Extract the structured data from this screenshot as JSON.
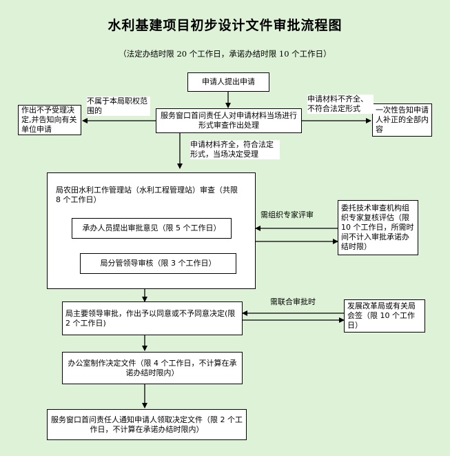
{
  "title": "水利基建项目初步设计文件审批流程图",
  "subtitle": "（法定办结时限 20 个工作日，承诺办结时限 10 个工作日）",
  "nodes": {
    "apply": "申请人提出申请",
    "window_review": "服务窗口首问责任人对申请材料当场进行形式审查作出处理",
    "reject": "作出不予受理决定,并告知向有关单位申请",
    "notify_once": "一次性告知申请人补正的全部内容",
    "station_review": "局农田水利工作管理站（水利工程管理站）审查（共限 8 个工作日）",
    "handler_opinion": "承办人员提出审批意见（限 5 个工作日）",
    "deputy_review": "局分管领导审核（限 3 个工作日）",
    "expert_review": "委托技术审查机构组织专家复核评估（限 10 个工作日，所需时间不计入审批承诺办结时限）",
    "main_leader": "局主要领导审批，作出予以同意或不予同意决定(限 2 个工作日)",
    "dev_reform": "发展改革局或有关局会签（限 10 个工作日）",
    "office_doc": "办公室制作决定文件（限 4 个工作日，不计算在承诺办结时限内）",
    "notify_pickup": "服务窗口首问责任人通知申请人领取决定文件（限 2 个工作日，不计算在承诺办结时限内）"
  },
  "edge_labels": {
    "not_in_scope": "不属于本局职权范围的",
    "incomplete": "申请材料不齐全、不符合法定形式",
    "complete": "申请材料齐全，符合法定形式，当场决定受理",
    "need_expert": "需组织专家评审",
    "need_joint": "需联合审批时"
  }
}
